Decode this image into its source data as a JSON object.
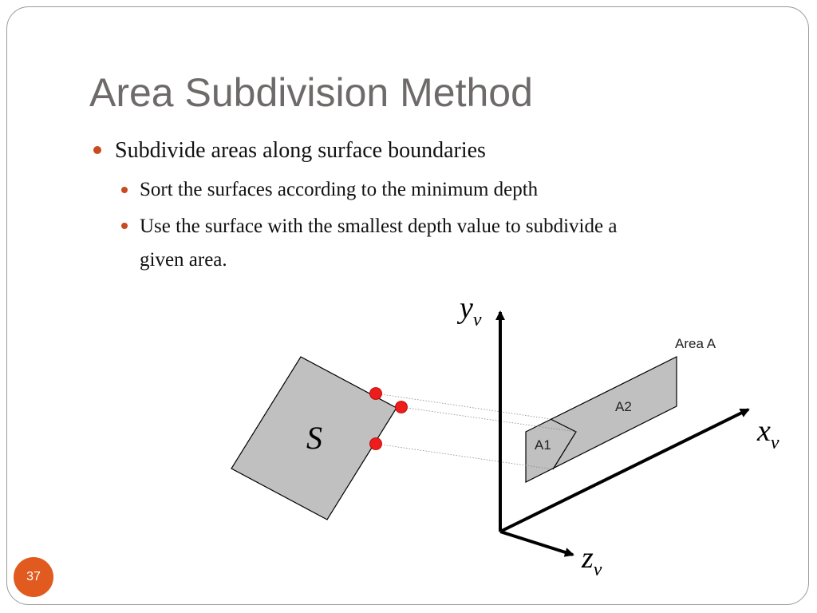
{
  "slide": {
    "title": "Area Subdivision Method",
    "page_number": "37",
    "accent_color": "#c84a1e"
  },
  "bullets": {
    "main": "Subdivide areas along surface boundaries",
    "sub1": "Sort the surfaces according to the minimum depth",
    "sub2_line1": "Use the surface with the smallest depth value to subdivide a",
    "sub2_line2": "given area."
  },
  "diagram": {
    "surface_label": "S",
    "area_label": "Area A",
    "region_a1": "A1",
    "region_a2": "A2",
    "axis_y": "y",
    "axis_x": "x",
    "axis_z": "z",
    "axis_subscript": "v"
  }
}
